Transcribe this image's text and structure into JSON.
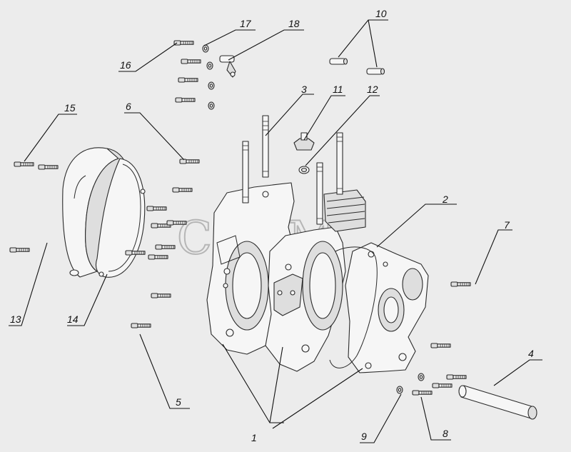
{
  "watermark": "СБЛМ",
  "callouts": [
    {
      "id": "1",
      "label": "1"
    },
    {
      "id": "2",
      "label": "2"
    },
    {
      "id": "3",
      "label": "3"
    },
    {
      "id": "4",
      "label": "4"
    },
    {
      "id": "5",
      "label": "5"
    },
    {
      "id": "6",
      "label": "6"
    },
    {
      "id": "7",
      "label": "7"
    },
    {
      "id": "8",
      "label": "8"
    },
    {
      "id": "9",
      "label": "9"
    },
    {
      "id": "10",
      "label": "10"
    },
    {
      "id": "11",
      "label": "11"
    },
    {
      "id": "12",
      "label": "12"
    },
    {
      "id": "13",
      "label": "13"
    },
    {
      "id": "14",
      "label": "14"
    },
    {
      "id": "15",
      "label": "15"
    },
    {
      "id": "16",
      "label": "16"
    },
    {
      "id": "17",
      "label": "17"
    },
    {
      "id": "18",
      "label": "18"
    }
  ]
}
